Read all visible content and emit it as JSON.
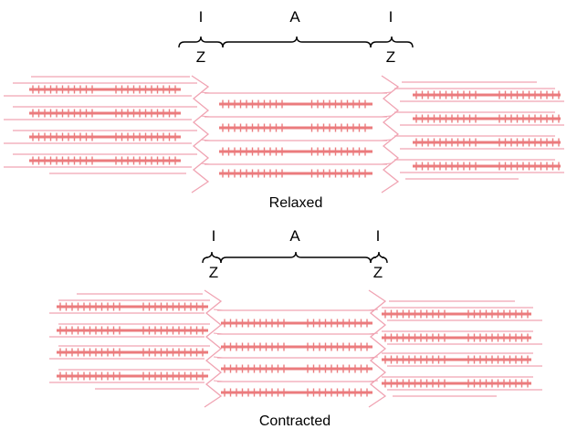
{
  "diagrams": [
    {
      "caption": "Relaxed",
      "labels": {
        "i_left": "I",
        "a": "A",
        "i_right": "I",
        "z_left": "Z",
        "z_right": "Z"
      }
    },
    {
      "caption": "Contracted",
      "labels": {
        "i_left": "I",
        "a": "A",
        "i_right": "I",
        "z_left": "Z",
        "z_right": "Z"
      }
    }
  ],
  "colors": {
    "thin_filament": "#f0a3b2",
    "thick_filament": "#eb7b7d",
    "z_line": "#f0a3b2",
    "bracket": "#000000",
    "text": "#000000"
  }
}
